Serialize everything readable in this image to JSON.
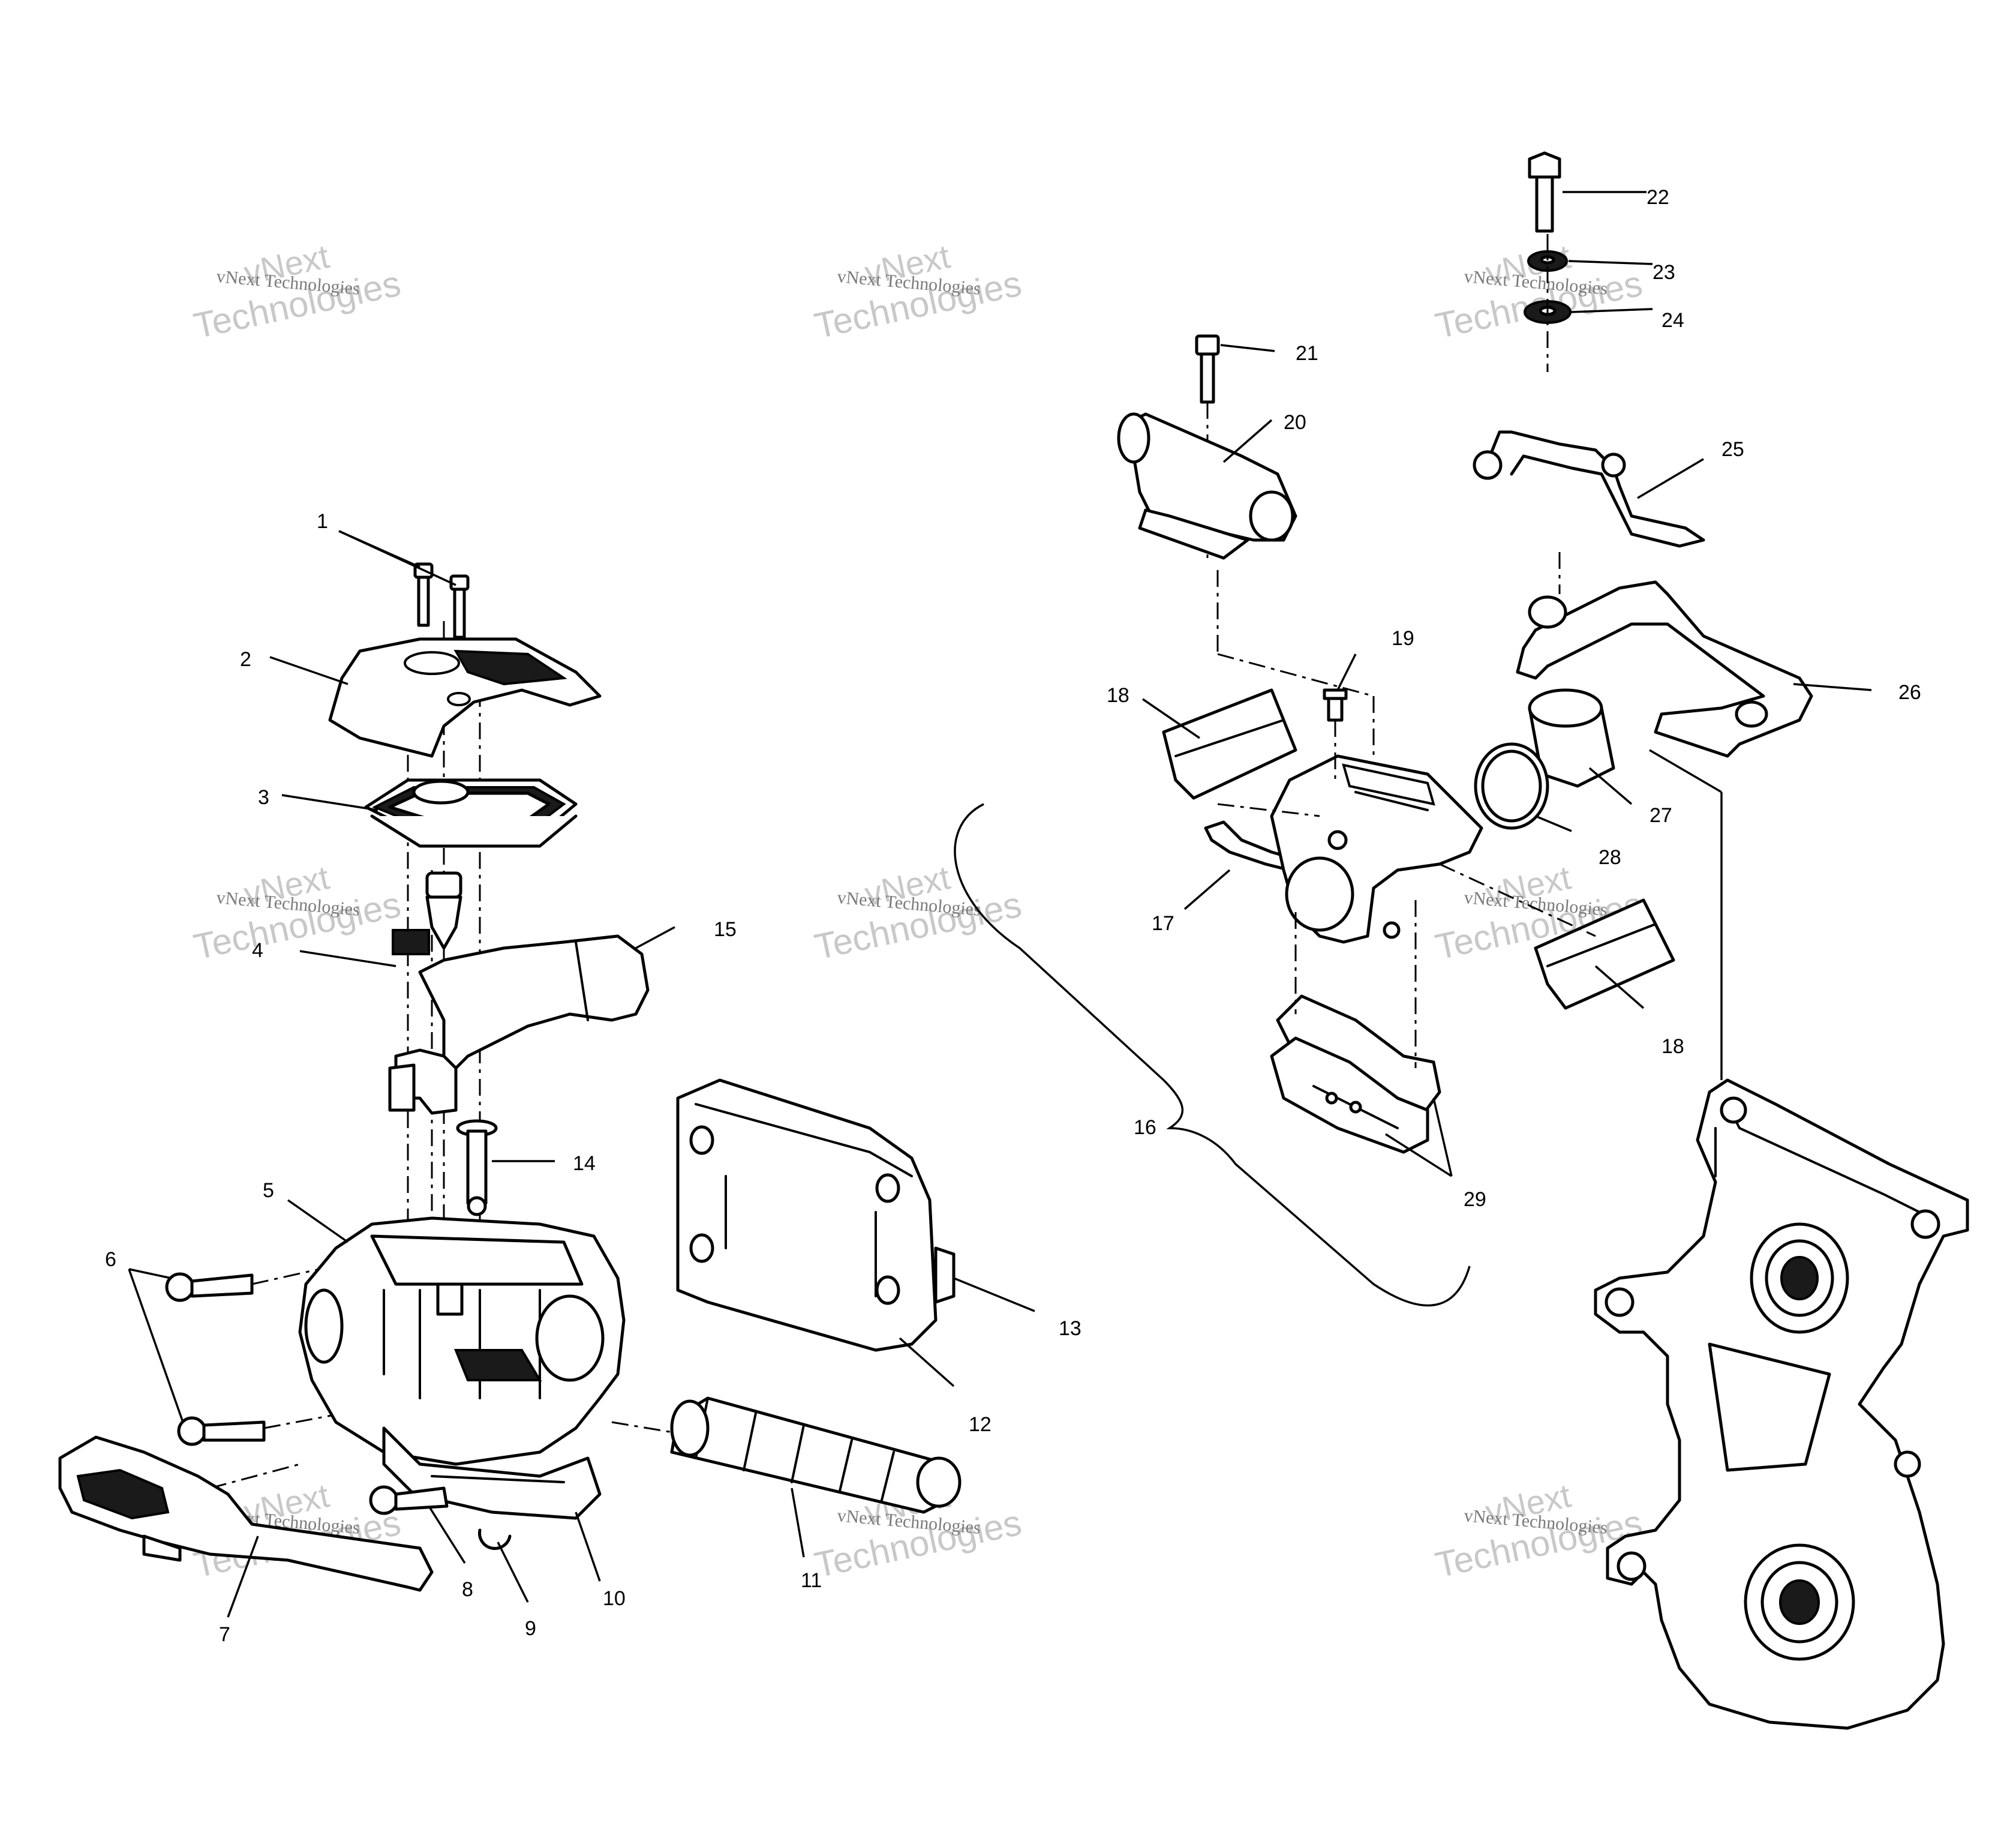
{
  "callouts": [
    {
      "id": "1",
      "label": "1"
    },
    {
      "id": "2",
      "label": "2"
    },
    {
      "id": "3",
      "label": "3"
    },
    {
      "id": "4",
      "label": "4"
    },
    {
      "id": "5",
      "label": "5"
    },
    {
      "id": "6",
      "label": "6"
    },
    {
      "id": "7",
      "label": "7"
    },
    {
      "id": "8",
      "label": "8"
    },
    {
      "id": "9",
      "label": "9"
    },
    {
      "id": "10",
      "label": "10"
    },
    {
      "id": "11",
      "label": "11"
    },
    {
      "id": "12",
      "label": "12"
    },
    {
      "id": "13",
      "label": "13"
    },
    {
      "id": "14",
      "label": "14"
    },
    {
      "id": "15",
      "label": "15"
    },
    {
      "id": "16",
      "label": "16"
    },
    {
      "id": "17",
      "label": "17"
    },
    {
      "id": "18a",
      "label": "18"
    },
    {
      "id": "18b",
      "label": "18"
    },
    {
      "id": "19",
      "label": "19"
    },
    {
      "id": "20",
      "label": "20"
    },
    {
      "id": "21",
      "label": "21"
    },
    {
      "id": "22",
      "label": "22"
    },
    {
      "id": "23",
      "label": "23"
    },
    {
      "id": "24",
      "label": "24"
    },
    {
      "id": "25",
      "label": "25"
    },
    {
      "id": "26",
      "label": "26"
    },
    {
      "id": "27",
      "label": "27"
    },
    {
      "id": "28",
      "label": "28"
    },
    {
      "id": "29",
      "label": "29"
    }
  ],
  "watermark": {
    "brand_line": "vNext",
    "sub_line": "Technologies",
    "caption": "vNext Technologies"
  }
}
